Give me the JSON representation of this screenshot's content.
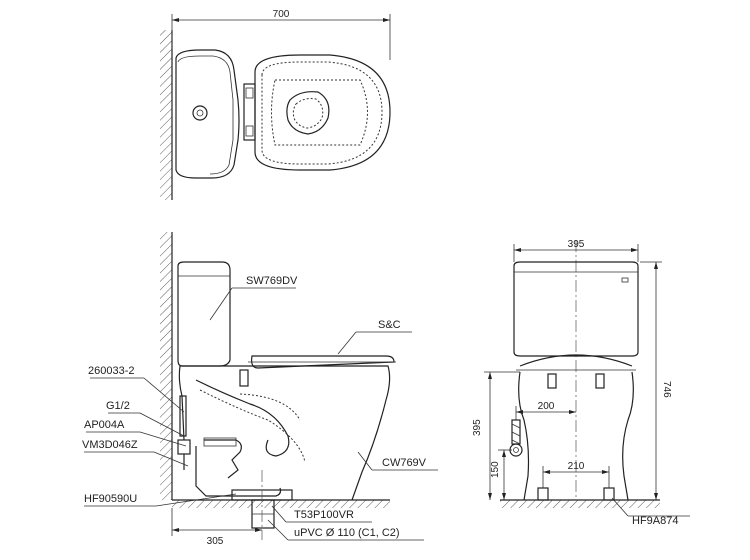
{
  "labels": {
    "seat": "SW769DV",
    "sc": "S&C",
    "pan": "CW769V",
    "hose": "260033-2",
    "thread": "G1/2",
    "valve": "AP004A",
    "fill_valve": "VM3D046Z",
    "flange": "HF90590U",
    "trap": "T53P100VR",
    "pipe": "uPVC Ø 110 (C1, C2)",
    "bolt_cover": "HF9A874"
  },
  "dimensions": {
    "top_width": "700",
    "front_width": "395",
    "height": "746",
    "inlet_height": "395",
    "inlet_offset": "200",
    "outlet_height": "150",
    "feet_spacing": "210",
    "rough_in": "305"
  }
}
